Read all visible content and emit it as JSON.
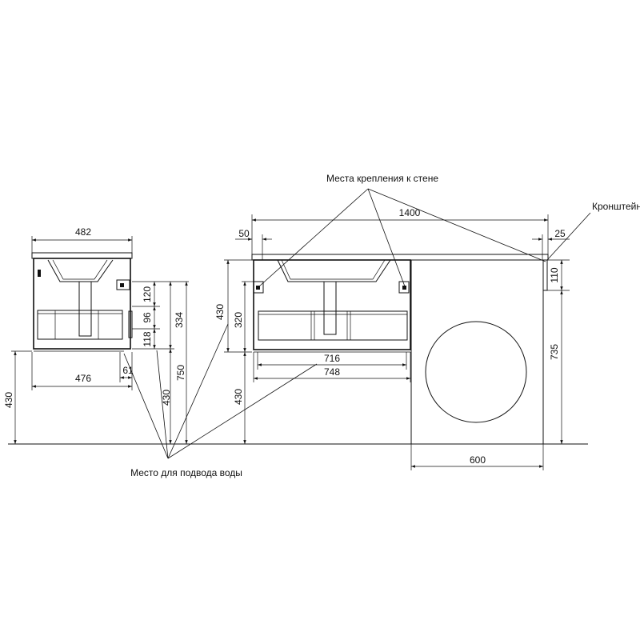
{
  "labels": {
    "wall_mounts": "Места крепления к стене",
    "bracket": "Кронштейн",
    "water_inlet": "Место для подвода воды"
  },
  "side_view": {
    "width_top": "482",
    "width_bottom": "476",
    "offset": "61",
    "h_120": "120",
    "h_96": "96",
    "h_118": "118",
    "h_334": "334",
    "h_750": "750",
    "h_430_water": "430",
    "h_430_floor": "430"
  },
  "front_view": {
    "width_total": "1400",
    "offset_left": "50",
    "offset_right": "25",
    "h_430_top": "430",
    "h_320": "320",
    "h_430_floor": "430",
    "width_716": "716",
    "width_748": "748",
    "h_110": "110",
    "h_735": "735",
    "width_600": "600"
  }
}
